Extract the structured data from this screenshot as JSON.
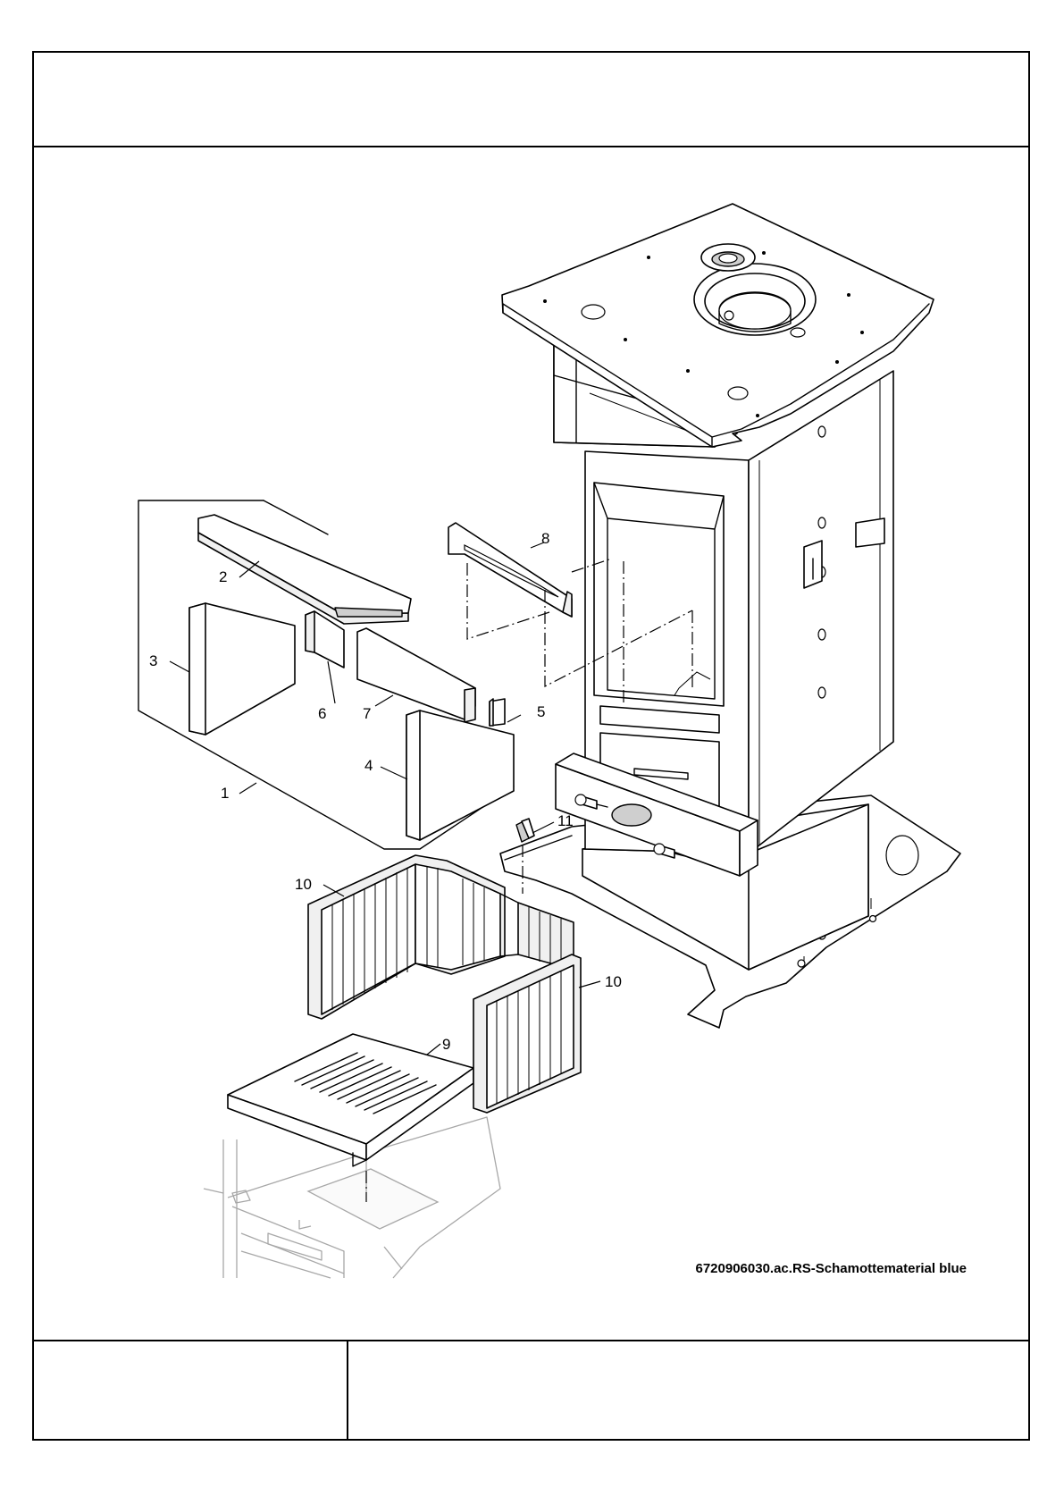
{
  "drawing": {
    "reference_code": "6720906030.ac.RS-Schamottematerial blue",
    "callouts": [
      "1",
      "2",
      "3",
      "4",
      "5",
      "6",
      "7",
      "8",
      "9",
      "10",
      "10",
      "11"
    ]
  },
  "title_block": {
    "header_text": "",
    "footer_left_text": "",
    "footer_right_text": ""
  }
}
